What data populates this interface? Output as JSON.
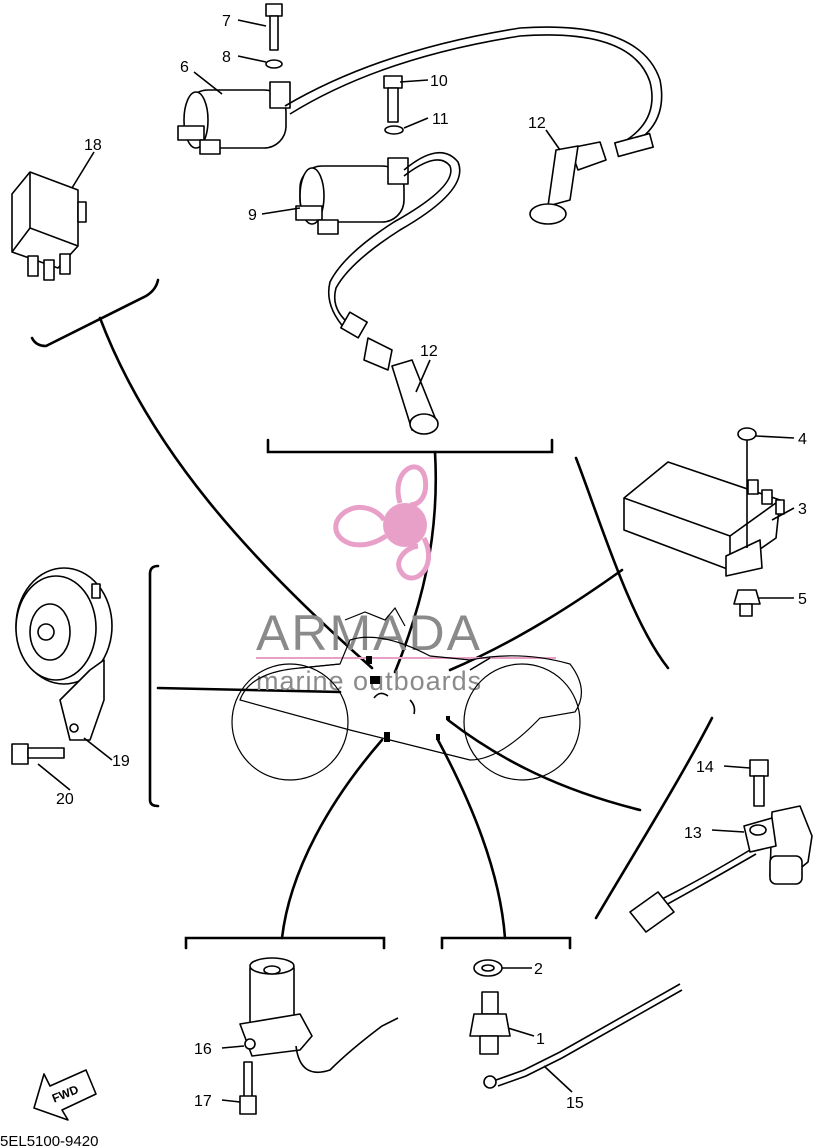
{
  "diagram_code": "5EL5100-9420",
  "forward_marker": "FWD",
  "watermark": {
    "brand": "ARMADA",
    "tagline": "marine outboards",
    "brand_color": "#8a8a8a",
    "logo_color": "#e8a0c8"
  },
  "callouts": [
    {
      "number": "1",
      "part_icon": "sensor-switch"
    },
    {
      "number": "2",
      "part_icon": "washer"
    },
    {
      "number": "3",
      "part_icon": "ignitor-unit"
    },
    {
      "number": "4",
      "part_icon": "screw"
    },
    {
      "number": "5",
      "part_icon": "grommet"
    },
    {
      "number": "6",
      "part_icon": "ignition-coil"
    },
    {
      "number": "7",
      "part_icon": "bolt"
    },
    {
      "number": "8",
      "part_icon": "washer"
    },
    {
      "number": "9",
      "part_icon": "ignition-coil"
    },
    {
      "number": "10",
      "part_icon": "bolt"
    },
    {
      "number": "11",
      "part_icon": "washer"
    },
    {
      "number": "12",
      "part_icon": "spark-plug-cap"
    },
    {
      "number": "13",
      "part_icon": "sensor"
    },
    {
      "number": "14",
      "part_icon": "bolt"
    },
    {
      "number": "15",
      "part_icon": "lead-wire"
    },
    {
      "number": "16",
      "part_icon": "speed-sensor"
    },
    {
      "number": "17",
      "part_icon": "bolt"
    },
    {
      "number": "18",
      "part_icon": "relay"
    },
    {
      "number": "19",
      "part_icon": "horn"
    },
    {
      "number": "20",
      "part_icon": "bolt"
    }
  ]
}
